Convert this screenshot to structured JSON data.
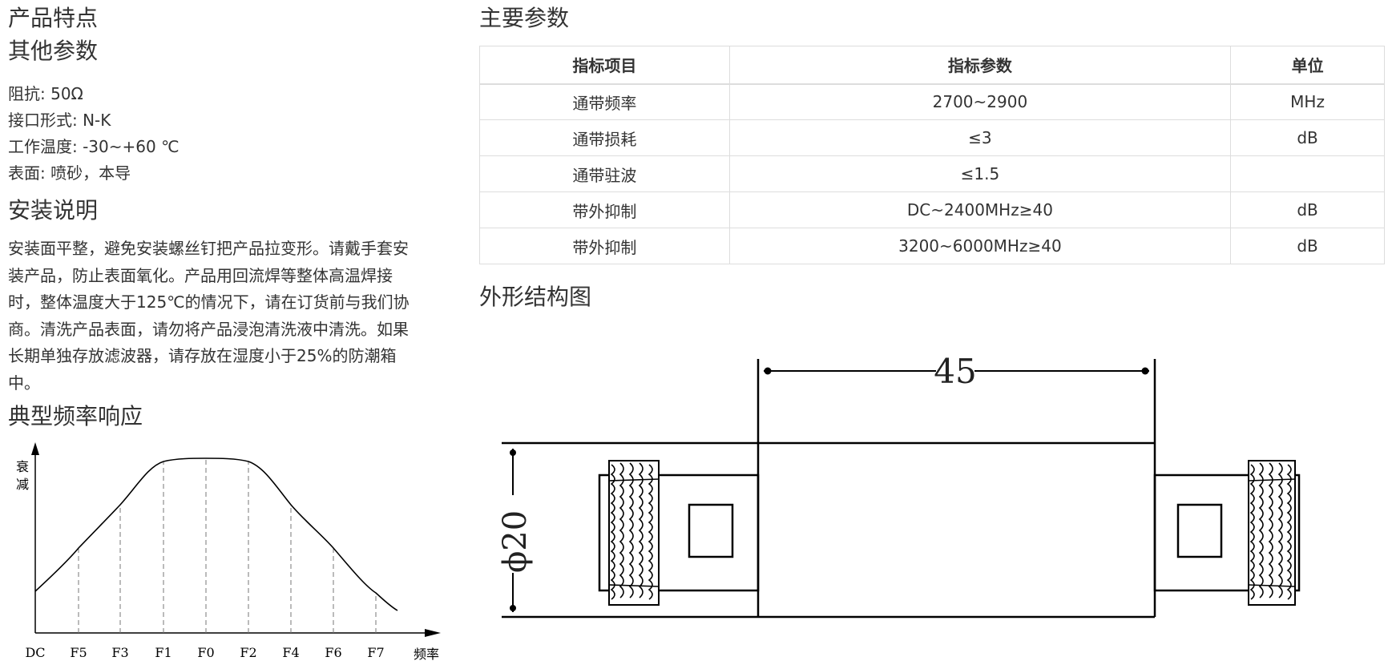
{
  "left": {
    "features_title": "产品特点",
    "other_params_title": "其他参数",
    "other_params": [
      "阻抗: 50Ω",
      "接口形式: N-K",
      "工作温度: -30~+60 ℃",
      "表面: 喷砂，本导"
    ],
    "install_title": "安装说明",
    "install_lines": [
      "安装面平整，避免安装螺丝钉把产品拉变形。请戴手套安",
      "装产品，防止表面氧化。产品用回流焊等整体高温焊接",
      "时，整体温度大于125℃的情况下，请在订货前与我们协",
      "商。清洗产品表面，请勿将产品浸泡清洗液中清洗。如果",
      "长期单独存放滤波器，请存放在湿度小于25%的防潮箱",
      "中。"
    ],
    "response_title": "典型频率响应"
  },
  "right": {
    "main_params_title": "主要参数",
    "table": {
      "headers": [
        "指标项目",
        "指标参数",
        "单位"
      ],
      "rows": [
        [
          "通带频率",
          "2700~2900",
          "MHz"
        ],
        [
          "通带损耗",
          "≤3",
          "dB"
        ],
        [
          "通带驻波",
          "≤1.5",
          ""
        ],
        [
          "带外抑制",
          "DC~2400MHz≥40",
          "dB"
        ],
        [
          "带外抑制",
          "3200~6000MHz≥40",
          "dB"
        ]
      ]
    },
    "outline_title": "外形结构图",
    "drawing": {
      "length_label": "45",
      "diameter_label": "ϕ20"
    }
  },
  "chart_data": {
    "type": "line",
    "title": "",
    "ylabel": "衰减",
    "xlabel": "频率",
    "categories": [
      "DC",
      "F5",
      "F3",
      "F1",
      "F0",
      "F2",
      "F4",
      "F6",
      "F7"
    ],
    "grid": "dashed vertical guide lines at F5, F3, F1, F0, F2, F4, F6, F7",
    "legend": "none"
  }
}
